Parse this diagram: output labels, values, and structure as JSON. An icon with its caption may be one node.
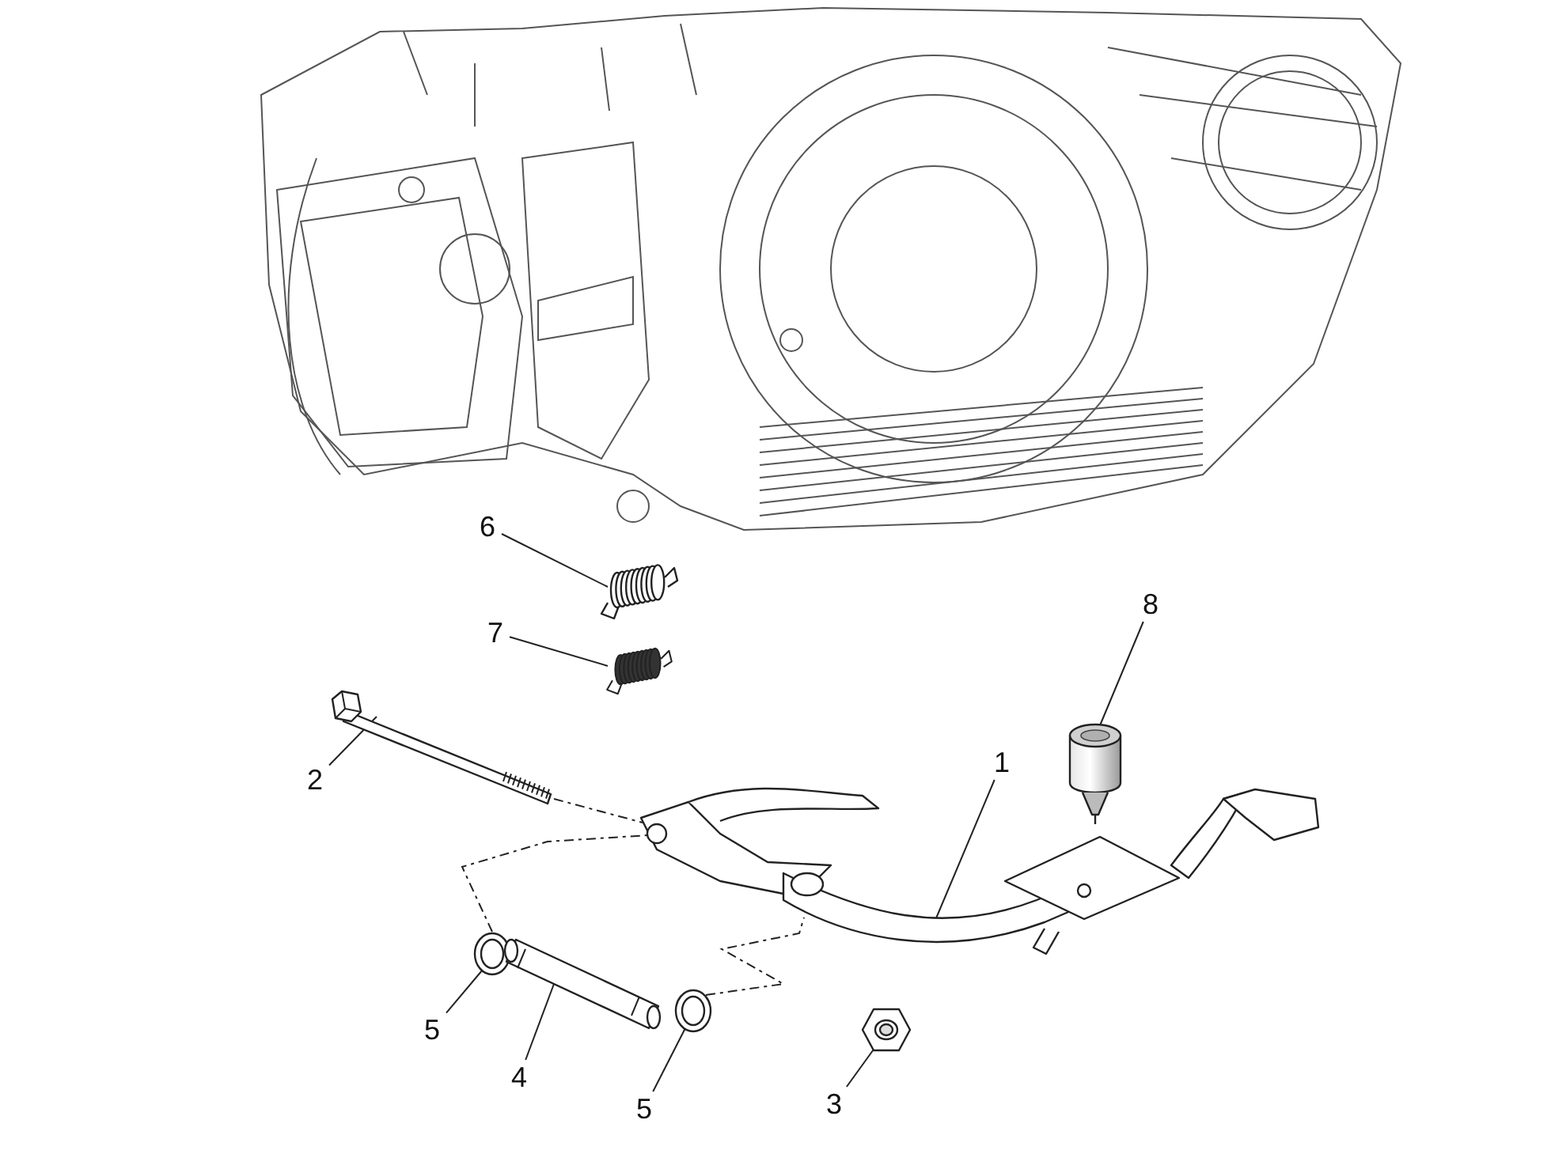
{
  "diagram": {
    "nodes": [
      {
        "text": [
          "6"
        ]
      },
      {
        "text": [
          "7"
        ]
      },
      {
        "text": [
          "8"
        ]
      },
      {
        "text": [
          "2"
        ]
      },
      {
        "text": [
          "1"
        ]
      },
      {
        "text": [
          "5"
        ]
      },
      {
        "text": [
          "4"
        ]
      },
      {
        "text": [
          "5"
        ]
      },
      {
        "text": [
          "3"
        ]
      },
      {
        "text": [],
        "shape": "picture"
      },
      {
        "text": [],
        "shape": "picture"
      },
      {
        "text": [],
        "shape": "picture"
      },
      {
        "text": [],
        "shape": "picture"
      },
      {
        "text": [],
        "shape": "picture"
      },
      {
        "text": [],
        "shape": "picture"
      },
      {
        "text": [],
        "shape": "picture"
      },
      {
        "text": [],
        "shape": "picture"
      },
      {
        "text": [],
        "shape": "picture"
      }
    ],
    "edges": [
      {
        "from": 0,
        "to": 9,
        "arrow": "none"
      },
      {
        "from": 1,
        "to": 10,
        "arrow": "none"
      },
      {
        "from": 2,
        "to": 11,
        "arrow": "none"
      },
      {
        "from": 3,
        "to": 12,
        "arrow": "none"
      },
      {
        "from": 4,
        "to": 13,
        "arrow": "none"
      },
      {
        "from": 5,
        "to": 14,
        "arrow": "none"
      },
      {
        "from": 6,
        "to": 15,
        "arrow": "none"
      },
      {
        "from": 7,
        "to": 16,
        "arrow": "none"
      },
      {
        "from": 8,
        "to": 17,
        "arrow": "none"
      },
      {
        "from": 12,
        "to": 13,
        "arrow": "none",
        "style": "dashed"
      },
      {
        "from": 14,
        "to": 13,
        "arrow": "none",
        "style": "dashed"
      },
      {
        "from": 16,
        "to": 13,
        "arrow": "none",
        "style": "dashed"
      }
    ]
  }
}
